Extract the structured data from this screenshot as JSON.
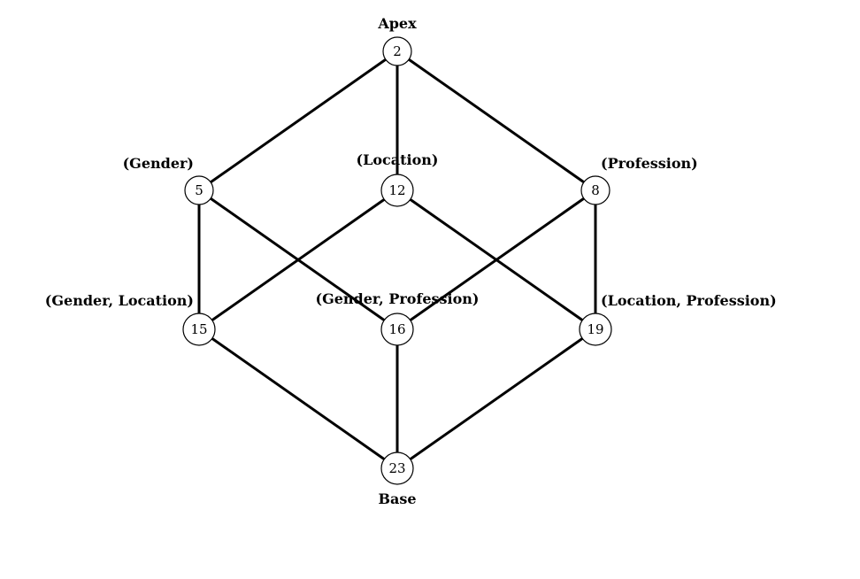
{
  "diagram": {
    "nodes": [
      {
        "id": "apex",
        "value": "2",
        "label": "Apex"
      },
      {
        "id": "gender",
        "value": "5",
        "label": "(Gender)"
      },
      {
        "id": "location",
        "value": "12",
        "label": "(Location)"
      },
      {
        "id": "profession",
        "value": "8",
        "label": "(Profession)"
      },
      {
        "id": "gender-location",
        "value": "15",
        "label": "(Gender, Location)"
      },
      {
        "id": "gender-profession",
        "value": "16",
        "label": "(Gender, Profession)"
      },
      {
        "id": "location-profession",
        "value": "19",
        "label": "(Location, Profession)"
      },
      {
        "id": "base",
        "value": "23",
        "label": "Base"
      }
    ],
    "edges": [
      [
        "apex",
        "gender"
      ],
      [
        "apex",
        "location"
      ],
      [
        "apex",
        "profession"
      ],
      [
        "gender",
        "gender-location"
      ],
      [
        "gender",
        "gender-profession"
      ],
      [
        "location",
        "gender-location"
      ],
      [
        "location",
        "location-profession"
      ],
      [
        "profession",
        "gender-profession"
      ],
      [
        "profession",
        "location-profession"
      ],
      [
        "gender-location",
        "base"
      ],
      [
        "gender-profession",
        "base"
      ],
      [
        "location-profession",
        "base"
      ]
    ]
  }
}
